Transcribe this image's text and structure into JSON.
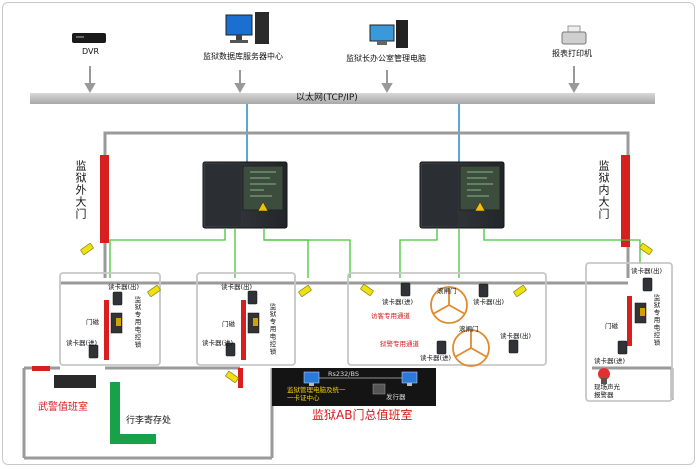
{
  "top_devices": {
    "dvr": "DVR",
    "db_server": "监狱数据库服务器中心",
    "director_pc": "监狱长办公室管理电脑",
    "printer": "报表打印机"
  },
  "network": {
    "label": "以太网(TCP/IP)"
  },
  "gates": {
    "outer": "监狱外大门",
    "inner": "监狱内大门"
  },
  "zones": {
    "zone1": {
      "reader_out": "读卡器(出)",
      "reader_in": "读卡器(进)",
      "magnet": "门磁",
      "lock": "监狱专用电控锁"
    },
    "zone2": {
      "reader_out": "读卡器(出)",
      "reader_in": "读卡器(进)",
      "magnet": "门磁",
      "lock": "监狱专用电控锁"
    },
    "zone3": {
      "reader_out_1": "读卡器(出)",
      "reader_in_1": "读卡器(进)",
      "reader_out_2": "读卡器(出)",
      "reader_in_2": "读卡器(进)",
      "turnstile_1": "滚闸门",
      "turnstile_2": "滚闸门",
      "visitor_channel": "访客专用通道",
      "guard_channel": "狱警专用通道"
    },
    "zone4": {
      "reader_out": "读卡器(出)",
      "reader_in": "读卡器(进)",
      "magnet": "门磁",
      "lock": "监狱专用电控锁"
    }
  },
  "rooms": {
    "police_room": "武警值班室",
    "luggage_room": "行李寄存处",
    "ab_duty_room": "监狱AB门总值班室",
    "mgmt_pc": "监狱管理电脑及统一一卡证中心",
    "rs232": "Rs232/BS",
    "card_issuer": "发行器",
    "alarm": "现场声光报警器"
  }
}
